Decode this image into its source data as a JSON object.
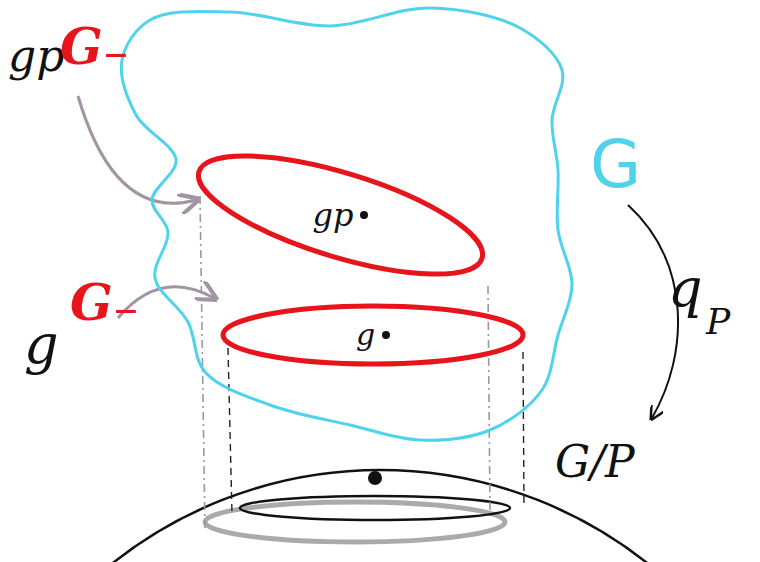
{
  "diagram": {
    "nodes": [
      {
        "text": [
          "G"
        ]
      },
      {
        "text": [
          "gp"
        ],
        "in": 0
      },
      {
        "text": [
          "g"
        ],
        "in": 0
      }
    ],
    "labels": [
      "gp",
      "G₋",
      "g",
      "G₋",
      "q",
      "P",
      "G/P"
    ]
  }
}
